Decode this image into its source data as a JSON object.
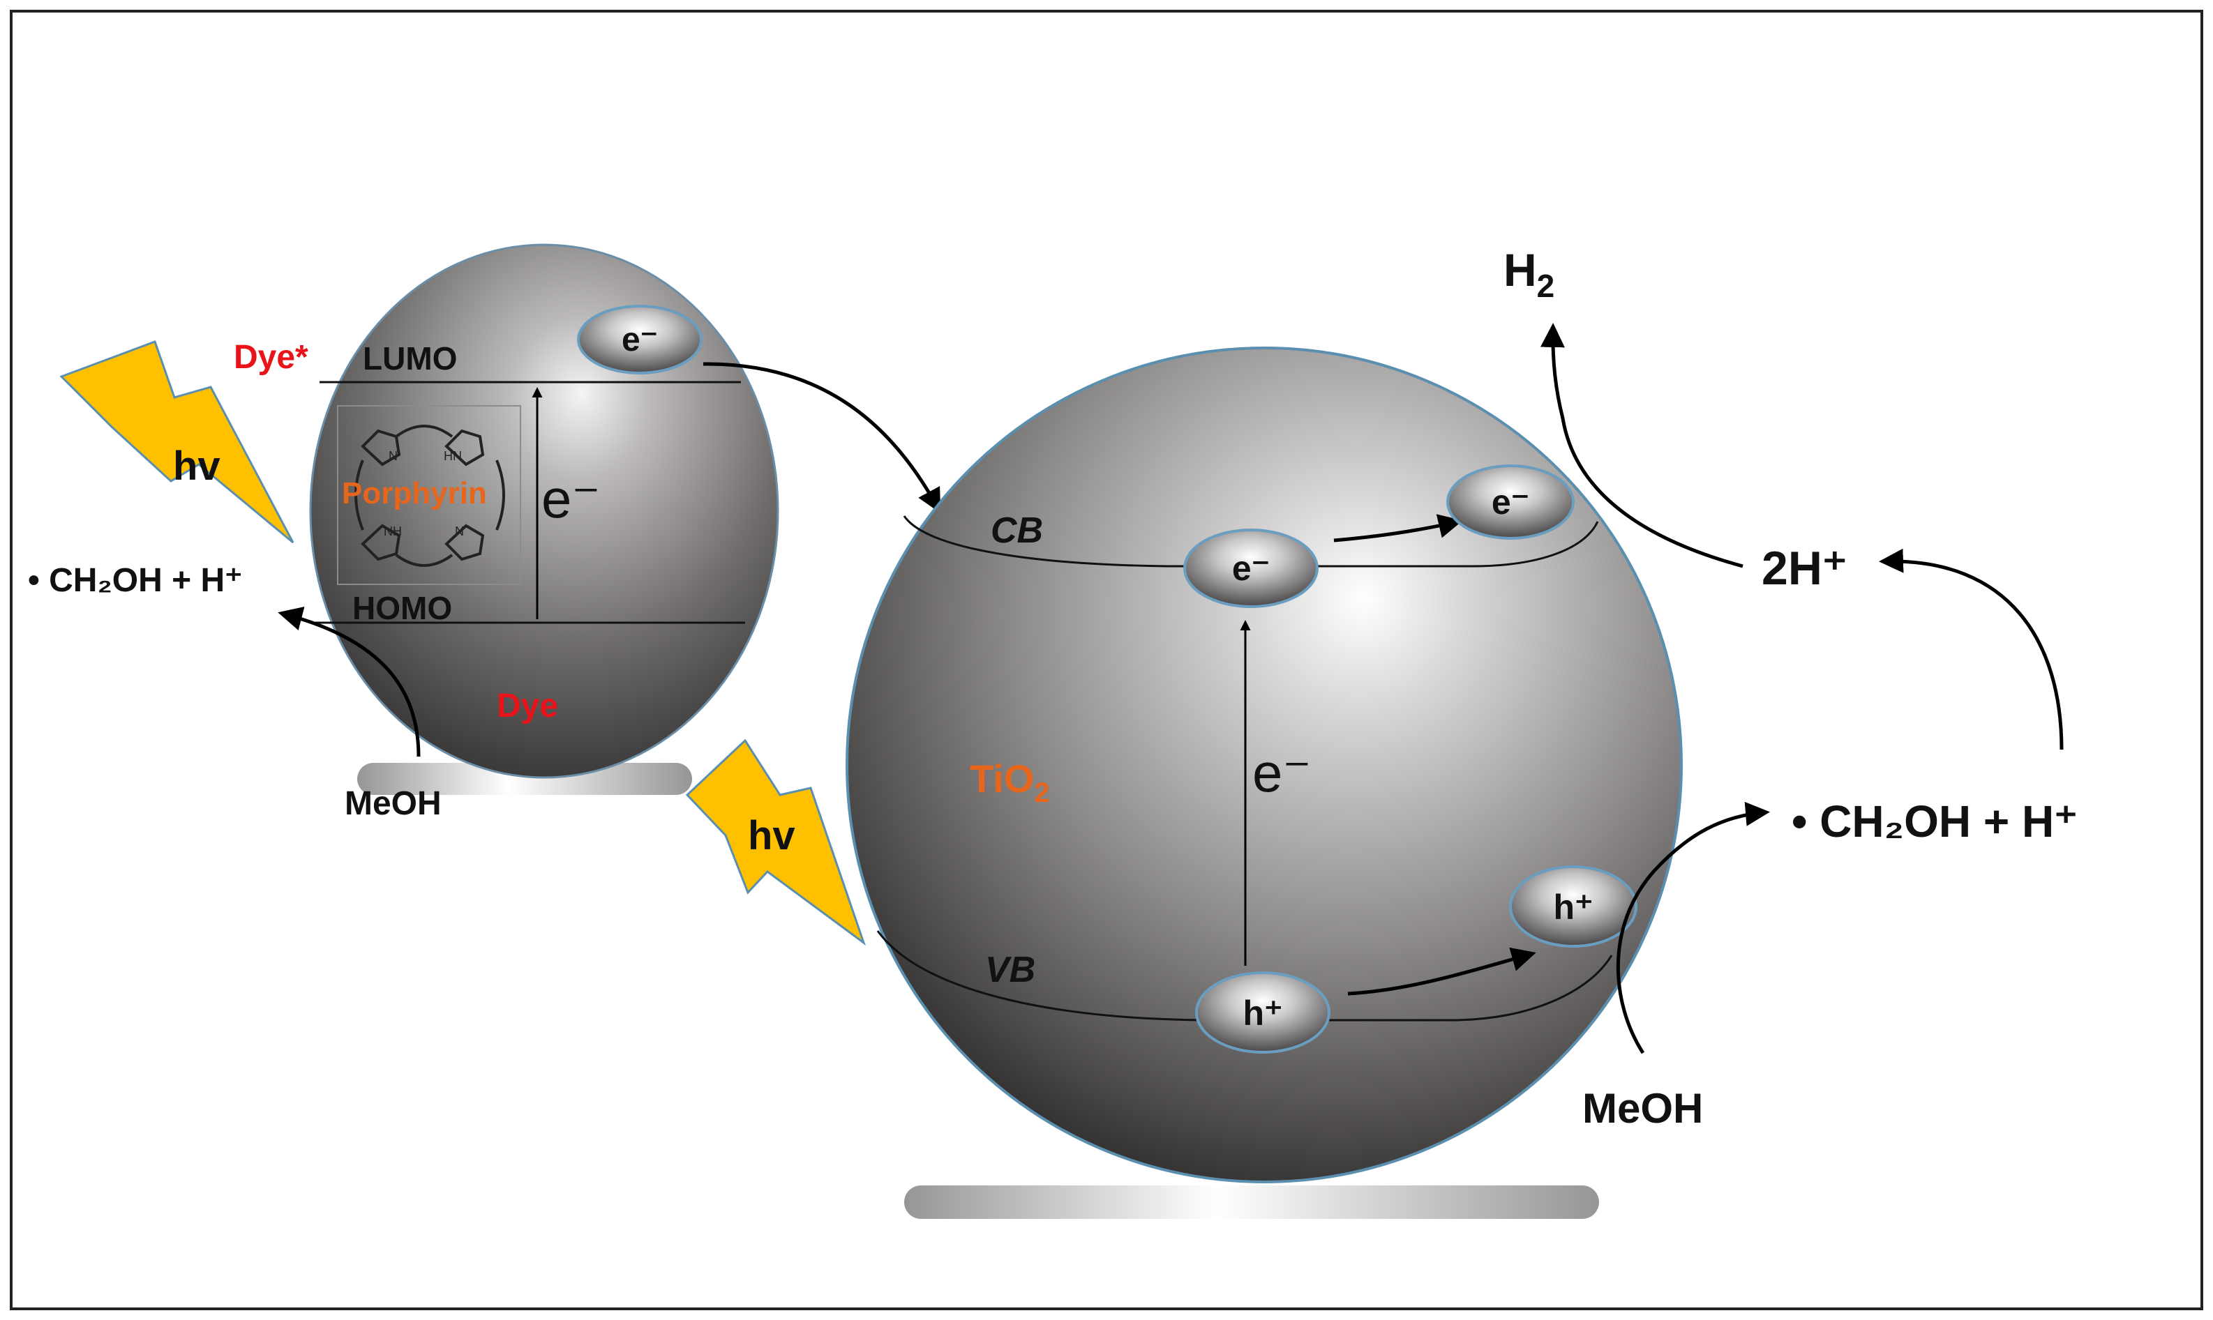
{
  "dye_particle": {
    "excited_label": "Dye*",
    "ground_label": "Dye",
    "lumo_label": "LUMO",
    "homo_label": "HOMO",
    "molecule_label": "Porphyrin",
    "electron_label": "e⁻",
    "gap_electron_label": "e⁻",
    "light_label": "hv",
    "donor_label": "MeOH",
    "product_label": "• CH₂OH + H⁺"
  },
  "tio2_particle": {
    "label_main": "TiO",
    "label_sub": "2",
    "cb_label": "CB",
    "vb_label": "VB",
    "cb_electron_label": "e⁻",
    "surface_electron_label": "e⁻",
    "transfer_electron_label": "e⁻",
    "vb_hole_label": "h⁺",
    "surface_hole_label": "h⁺",
    "light_label": "hv",
    "donor_label": "MeOH",
    "product_label": "• CH₂OH + H⁺",
    "protons_label": "2H⁺",
    "hydrogen_main": "H",
    "hydrogen_sub": "2"
  },
  "colors": {
    "accent_red": "#e8141a",
    "accent_orange": "#e8651c",
    "lightning": "#ffc000",
    "particle_edge": "#5a8fb0"
  }
}
